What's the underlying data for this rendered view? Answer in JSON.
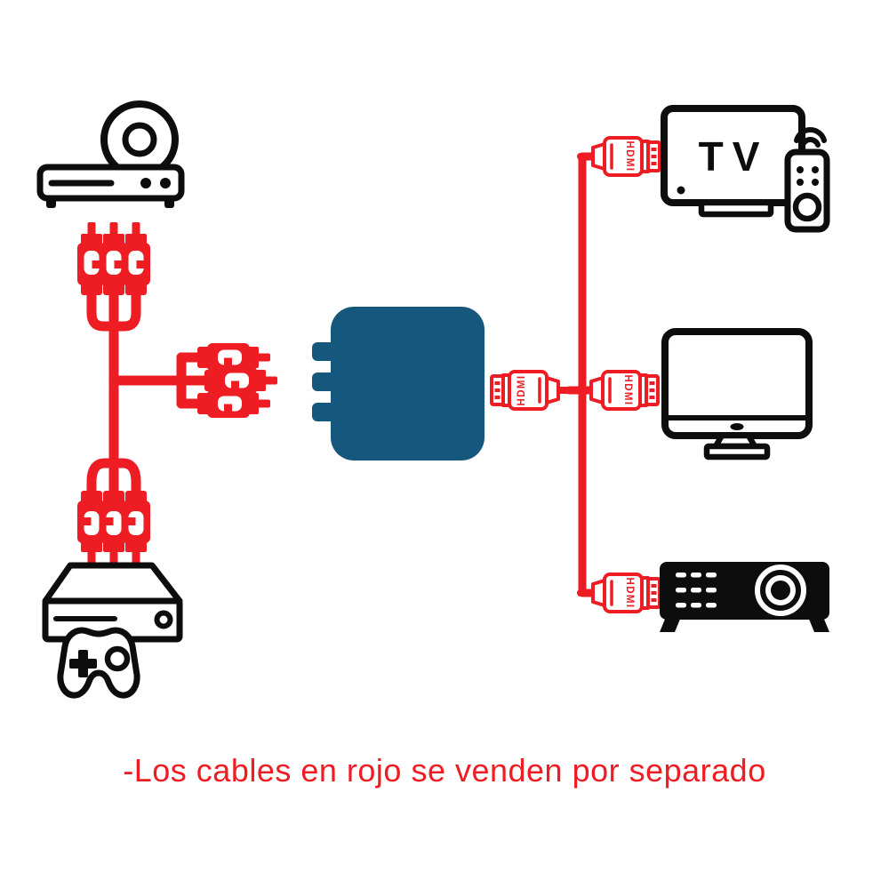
{
  "caption": {
    "text": "-Los cables en rojo se venden por separado"
  },
  "labels": {
    "tv": "TV",
    "hdmi": "HDMI"
  },
  "colors": {
    "cable_red": "#ee1c23",
    "converter_blue": "#15577d",
    "device_black": "#0d0d0d",
    "background": "#ffffff"
  },
  "diagram": {
    "icons": [
      "dvd-player-icon",
      "rca-composite-cable-icon",
      "av-to-hdmi-converter-icon",
      "hdmi-cable-icon",
      "tv-icon",
      "remote-control-icon",
      "computer-monitor-icon",
      "projector-icon",
      "game-console-icon",
      "gamepad-icon"
    ]
  }
}
